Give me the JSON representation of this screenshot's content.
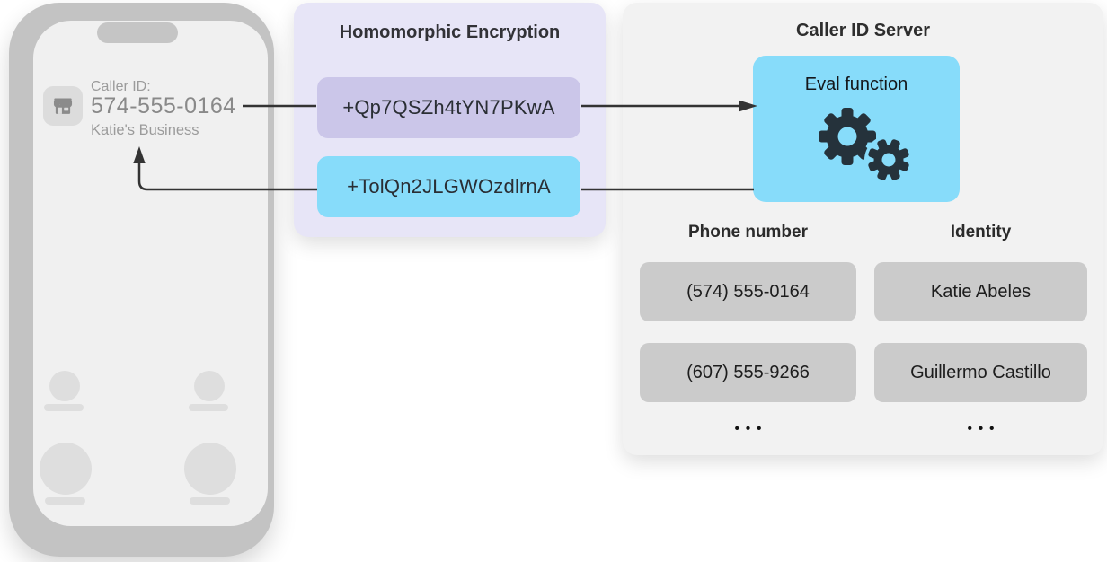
{
  "phone": {
    "caller_id_label": "Caller ID:",
    "caller_number": "574-555-0164",
    "caller_name": "Katie's Business",
    "icon": "storefront-icon"
  },
  "encryption_panel": {
    "title": "Homomorphic Encryption",
    "query_ciphertext": "+Qp7QSZh4tYN7PKwA",
    "response_ciphertext": "+TolQn2JLGWOzdlrnA"
  },
  "server_panel": {
    "title": "Caller ID Server",
    "eval_box": {
      "label": "Eval function",
      "icon": "gears-icon"
    },
    "table": {
      "columns": {
        "phone": "Phone number",
        "identity": "Identity"
      },
      "rows": [
        {
          "phone": "(574) 555-0164",
          "identity": "Katie Abeles"
        },
        {
          "phone": "(607) 555-9266",
          "identity": "Guillermo Castillo"
        }
      ],
      "ellipsis": "•••"
    }
  },
  "colors": {
    "encryption_panel_bg": "#e7e5f7",
    "query_box_bg": "#cbc6e9",
    "response_box_bg": "#87dcfa",
    "server_panel_bg": "#f2f2f2",
    "eval_box_bg": "#87dcfa",
    "table_cell_bg": "#cbcbcb",
    "phone_bezel": "#c3c3c3",
    "phone_screen": "#f0f0f0",
    "arrow": "#333333",
    "gear": "#25323b"
  }
}
